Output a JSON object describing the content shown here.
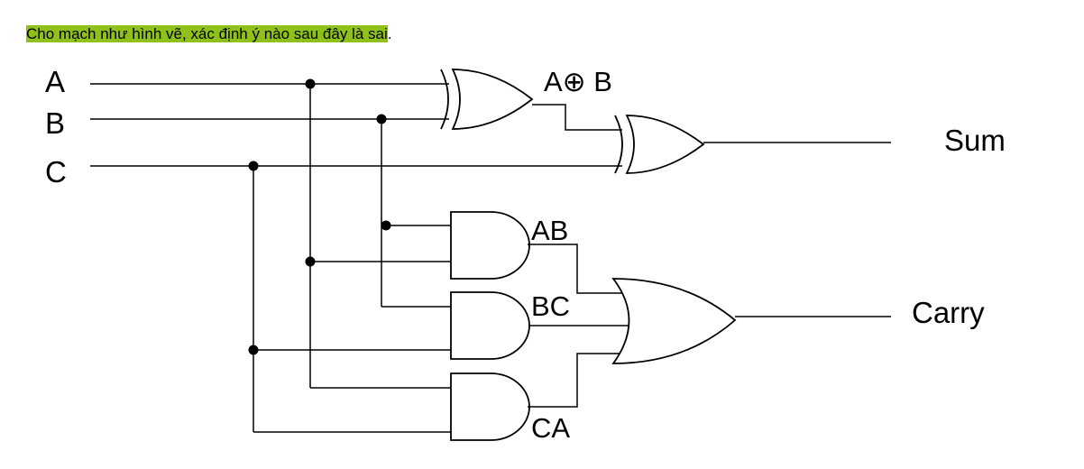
{
  "question": {
    "text": "Cho mạch như hình vẽ, xác định ý nào sau đây là sai",
    "suffix": "."
  },
  "inputs": {
    "a": "A",
    "b": "B",
    "c": "C"
  },
  "outputs": {
    "sum": "Sum",
    "carry": "Carry"
  },
  "gate_labels": {
    "xor1": "A⊕ B",
    "and1": "AB",
    "and2": "BC",
    "and3": "CA"
  },
  "gates": [
    {
      "id": "xor1",
      "type": "XOR",
      "inputs": [
        "A",
        "B"
      ],
      "output": "A⊕ B"
    },
    {
      "id": "xor2",
      "type": "XOR",
      "inputs": [
        "A⊕ B",
        "C"
      ],
      "output": "Sum"
    },
    {
      "id": "and1",
      "type": "AND",
      "inputs": [
        "B",
        "A"
      ],
      "output": "AB"
    },
    {
      "id": "and2",
      "type": "AND",
      "inputs": [
        "B",
        "C"
      ],
      "output": "BC"
    },
    {
      "id": "and3",
      "type": "AND",
      "inputs": [
        "A",
        "C"
      ],
      "output": "CA"
    },
    {
      "id": "or1",
      "type": "OR",
      "inputs": [
        "AB",
        "BC",
        "CA"
      ],
      "output": "Carry"
    }
  ],
  "colors": {
    "highlight": "#8ec21a",
    "ink": "#000000"
  }
}
